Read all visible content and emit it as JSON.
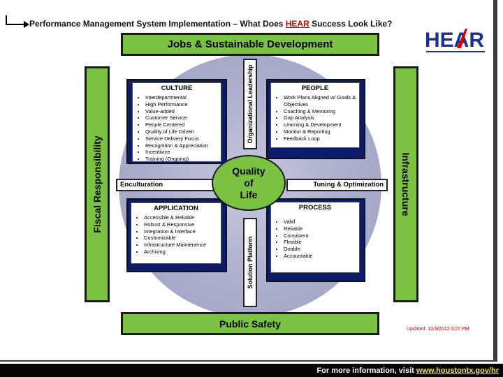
{
  "title": {
    "prefix": "Performance Management System Implementation – What Does ",
    "hear": "HEAR",
    "suffix": " Success Look Like?"
  },
  "logo": {
    "text": "HEAR",
    "accent_color": "#d60000",
    "main_color": "#1f2f8f"
  },
  "bands": {
    "top": "Jobs & Sustainable Development",
    "bottom": "Public Safety",
    "left": "Fiscal Responsibility",
    "right": "Infrastructure"
  },
  "inner_bars": {
    "top": "Organizational Leadership",
    "bottom": "Solution Platform",
    "left": "Enculturation",
    "right": "Tuning & Optimization"
  },
  "center": {
    "line1": "Quality",
    "line2": "of",
    "line3": "Life"
  },
  "culture": {
    "title": "CULTURE",
    "items": [
      "Interdepartmental",
      "High Performance",
      "Value-added",
      "Customer Service",
      "People Centered",
      "Quality of Life Driven",
      "Service Delivery Focus",
      "Recognition & Appreciation",
      "Incentivize",
      "Training (Ongoing)"
    ]
  },
  "people": {
    "title": "PEOPLE",
    "items": [
      "Work Plans Aligned w/ Goals & Objectives",
      "Coaching & Mentoring",
      "Gap Analysis",
      "Learning & Development",
      "Monitor & Reporting",
      "Feedback Loop"
    ]
  },
  "application": {
    "title": "APPLICATION",
    "items": [
      "Accessible & Reliable",
      "Robust & Responsive",
      "Integration & Interface",
      "Customizable",
      "Infrastructure Maintenence",
      "Archiving"
    ]
  },
  "process": {
    "title": "PROCESS",
    "items": [
      "Valid",
      "Reliable",
      "Consistent",
      "Flexible",
      "Doable",
      "Accountable"
    ]
  },
  "updated": "Updated: 10/9/2012 3:27 PM",
  "footer": {
    "text": "For more information, visit ",
    "link": "www.houstontx.gov/hr"
  },
  "colors": {
    "green": "#7bc142",
    "navy": "#0d1b6e",
    "ring": "#a9accb",
    "red": "#d60000"
  }
}
